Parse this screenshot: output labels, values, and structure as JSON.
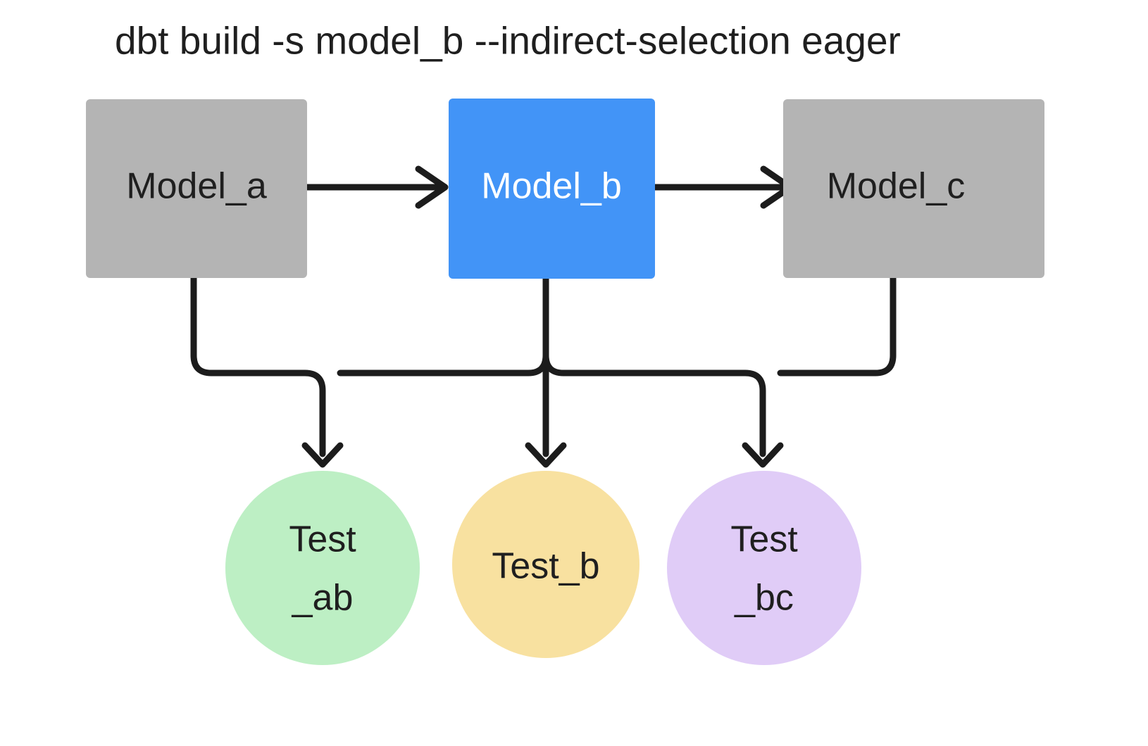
{
  "title": "dbt build -s model_b --indirect-selection eager",
  "colors": {
    "background": "#ffffff",
    "model_default": "#b4b4b4",
    "model_selected": "#4294f7",
    "test_ab": "#bdefc4",
    "test_b": "#f8e1a0",
    "test_bc": "#e0ccf7",
    "edge": "#1c1c1c",
    "text_dark": "#1f1f1f",
    "text_light": "#ffffff"
  },
  "nodes": {
    "model_a": {
      "label": "Model_a",
      "shape": "rect",
      "state": "unselected"
    },
    "model_b": {
      "label": "Model_b",
      "shape": "rect",
      "state": "selected"
    },
    "model_c": {
      "label": "Model_c",
      "shape": "rect",
      "state": "unselected"
    },
    "test_ab": {
      "label_line1": "Test",
      "label_line2": "_ab",
      "shape": "circle",
      "state": "selected"
    },
    "test_b": {
      "label_line1": "Test_b",
      "label_line2": "",
      "shape": "circle",
      "state": "selected"
    },
    "test_bc": {
      "label_line1": "Test",
      "label_line2": "_bc",
      "shape": "circle",
      "state": "selected"
    }
  },
  "edges": [
    {
      "from": "model_a",
      "to": "model_b",
      "style": "arrow"
    },
    {
      "from": "model_b",
      "to": "model_c",
      "style": "arrow"
    },
    {
      "from": "model_a",
      "to": "test_ab",
      "style": "arrow"
    },
    {
      "from": "model_b",
      "to": "test_ab",
      "style": "arrow"
    },
    {
      "from": "model_b",
      "to": "test_b",
      "style": "arrow"
    },
    {
      "from": "model_b",
      "to": "test_bc",
      "style": "arrow"
    },
    {
      "from": "model_c",
      "to": "test_bc",
      "style": "arrow"
    }
  ]
}
